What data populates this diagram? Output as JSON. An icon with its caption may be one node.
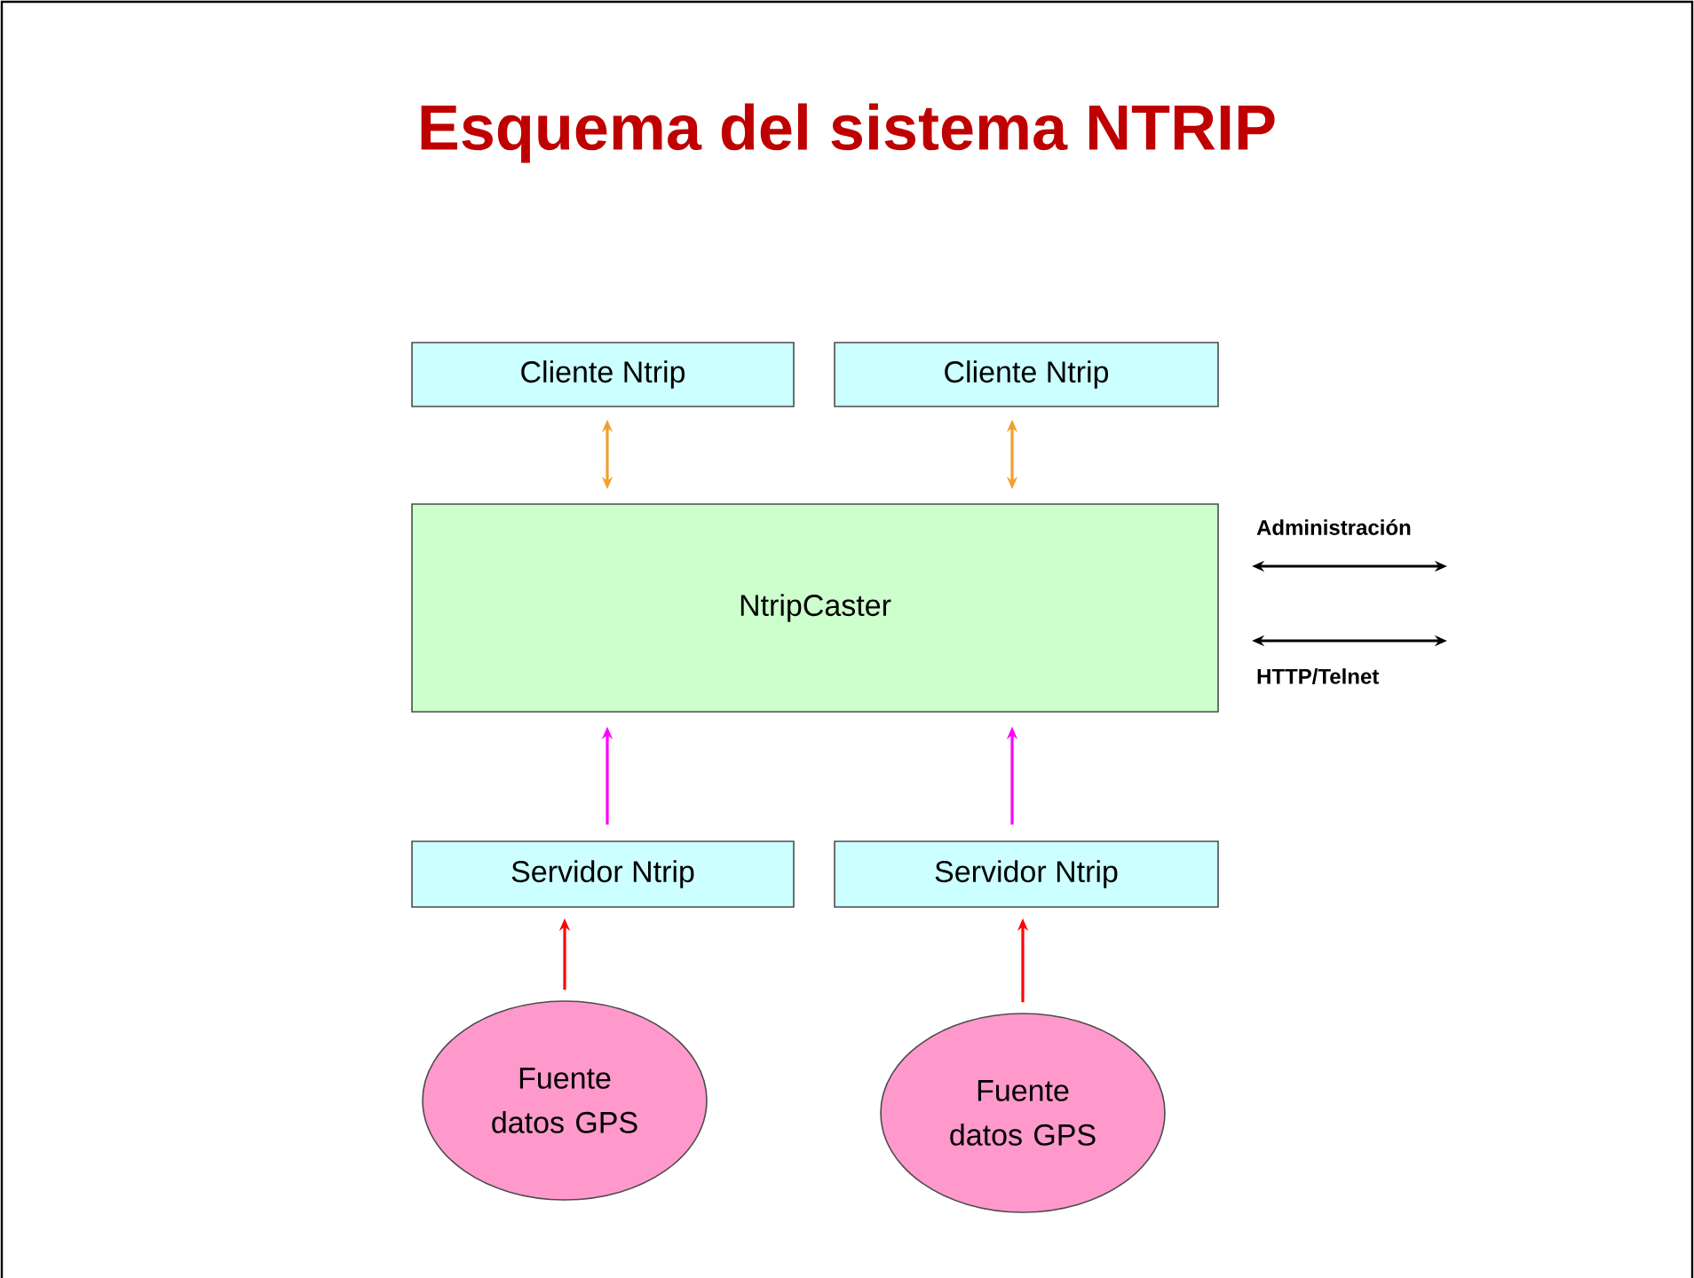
{
  "diagram": {
    "title": "Esquema del sistema  NTRIP",
    "nodes": [
      {
        "text": [
          "Cliente Ntrip"
        ]
      },
      {
        "text": [
          "Cliente Ntrip"
        ]
      },
      {
        "text": [
          "NtripCaster"
        ]
      },
      {
        "text": [
          "Servidor Ntrip"
        ]
      },
      {
        "text": [
          "Servidor Ntrip"
        ]
      },
      {
        "text": [
          "Fuente datos GPS"
        ]
      },
      {
        "text": [
          "Fuente datos GPS"
        ]
      }
    ],
    "edges": [
      {
        "from": 0,
        "to": 2,
        "arrow": "both",
        "color": "#f0a030"
      },
      {
        "from": 1,
        "to": 2,
        "arrow": "both",
        "color": "#f0a030"
      },
      {
        "from": 3,
        "to": 2,
        "arrow": "to",
        "color": "#ff00ff"
      },
      {
        "from": 4,
        "to": 2,
        "arrow": "to",
        "color": "#ff00ff"
      },
      {
        "from": 5,
        "to": 3,
        "arrow": "to",
        "color": "#ff0000"
      },
      {
        "from": 6,
        "to": 4,
        "arrow": "to",
        "color": "#ff0000"
      }
    ],
    "legend": [
      {
        "text": "Administración"
      },
      {
        "text": "HTTP/Telnet"
      }
    ]
  }
}
